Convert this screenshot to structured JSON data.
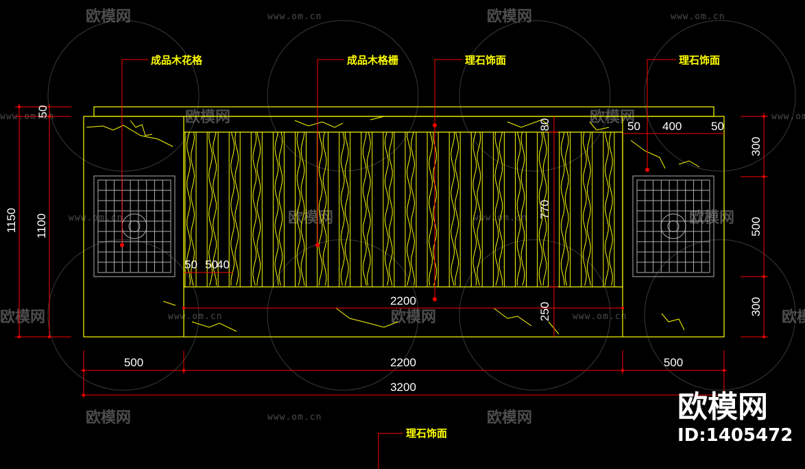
{
  "labels": {
    "lattice_flower": "成品木花格",
    "lattice_grille": "成品木格栅",
    "marble_face_top": "理石饰面",
    "marble_face_right": "理石饰面",
    "marble_face_bottom": "理石饰面"
  },
  "dimensions": {
    "total_height": "1150",
    "body_height": "1100",
    "top_cap": "50",
    "right_top": "300",
    "right_mid": "500",
    "right_bot": "300",
    "inner_left_margin": "50",
    "inner_panel": "400",
    "inner_right_margin": "50",
    "grille_top": "80",
    "grille_height": "770",
    "grille_bottom": "250",
    "slat_w": "50",
    "slat_gap": "50",
    "slat_gap2": "40",
    "grille_width": "2200",
    "left_width": "500",
    "mid_width": "2200",
    "right_width": "500",
    "total_width": "3200"
  },
  "watermark": {
    "brand": "欧模网",
    "url": "www.om.cn",
    "id": "ID:1405472"
  },
  "colors": {
    "outline": "#ffff00",
    "dimension": "#ff0000",
    "leader": "#ff0000",
    "text": "#ffffff",
    "lattice": "#b0b0b0"
  }
}
